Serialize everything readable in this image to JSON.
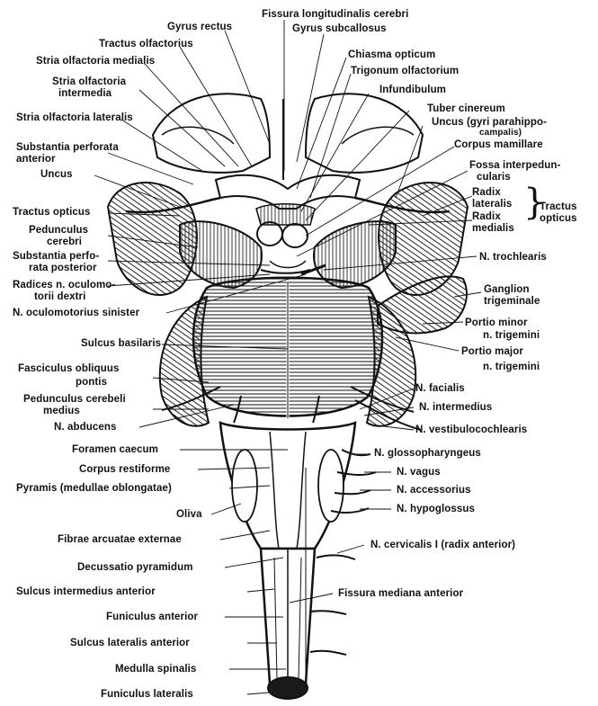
{
  "labels": {
    "fissura_longitudinalis": "Fissura longitudinalis cerebri",
    "gyrus_rectus": "Gyrus rectus",
    "gyrus_subcallosus": "Gyrus subcallosus",
    "tractus_olfactorius": "Tractus olfactorius",
    "chiasma_opticum": "Chiasma opticum",
    "stria_olfactoria_medialis": "Stria olfactoria medialis",
    "trigonum_olfactorium": "Trigonum olfactorium",
    "stria_olfactoria_intermedia_1": "Stria olfactoria",
    "stria_olfactoria_intermedia_2": "intermedia",
    "infundibulum": "Infundibulum",
    "stria_olfactoria_lateralis": "Stria olfactoria lateralis",
    "tuber_cinereum": "Tuber cinereum",
    "uncus_gyri_1": "Uncus (gyri parahippo-",
    "uncus_gyri_2": "campalis)",
    "corpus_mamillare": "Corpus mamillare",
    "substantia_perforata_anterior_1": "Substantia perforata",
    "substantia_perforata_anterior_2": "anterior",
    "uncus": "Uncus",
    "fossa_interpeduncularis_1": "Fossa interpedun-",
    "fossa_interpeduncularis_2": "cularis",
    "radix_lateralis_1": "Radix",
    "radix_lateralis_2": "lateralis",
    "radix_medialis_1": "Radix",
    "radix_medialis_2": "medialis",
    "tractus_opticus_right_1": "Tractus",
    "tractus_opticus_right_2": "opticus",
    "tractus_opticus": "Tractus opticus",
    "pedunculus_cerebri_1": "Pedunculus",
    "pedunculus_cerebri_2": "cerebri",
    "substantia_perforata_posterior_1": "Substantia perfo-",
    "substantia_perforata_posterior_2": "rata posterior",
    "n_trochlearis": "N. trochlearis",
    "radices_oculomotorii_1": "Radices n. oculomo-",
    "radices_oculomotorii_2": "torii dextri",
    "ganglion_trigeminale_1": "Ganglion",
    "ganglion_trigeminale_2": "trigeminale",
    "n_oculomotorius_sinister": "N. oculomotorius sinister",
    "portio_minor_1": "Portio minor",
    "portio_minor_2": "n. trigemini",
    "sulcus_basilaris": "Sulcus basilaris",
    "portio_major_1": "Portio major",
    "portio_major_2": "n. trigemini",
    "fasciculus_obliquus_1": "Fasciculus obliquus",
    "fasciculus_obliquus_2": "pontis",
    "n_facialis": "N. facialis",
    "pedunculus_cerebelli_1": "Pedunculus cerebeli",
    "pedunculus_cerebelli_2": "medius",
    "n_intermedius": "N. intermedius",
    "n_abducens": "N. abducens",
    "n_vestibulocochlearis": "N. vestibulocochlearis",
    "foramen_caecum": "Foramen caecum",
    "n_glossopharyngeus": "N. glossopharyngeus",
    "corpus_restiforme": "Corpus restiforme",
    "n_vagus": "N. vagus",
    "pyramis": "Pyramis (medullae oblongatae)",
    "n_accessorius": "N. accessorius",
    "n_hypoglossus": "N. hypoglossus",
    "oliva": "Oliva",
    "fibrae_arcuatae": "Fibrae arcuatae externae",
    "n_cervicalis": "N. cervicalis I (radix anterior)",
    "decussatio_pyramidum": "Decussatio pyramidum",
    "sulcus_intermedius_anterior": "Sulcus intermedius anterior",
    "fissura_mediana_anterior": "Fissura mediana anterior",
    "funiculus_anterior": "Funiculus anterior",
    "sulcus_lateralis_anterior": "Sulcus lateralis anterior",
    "medulla_spinalis": "Medulla spinalis",
    "funiculus_lateralis": "Funiculus lateralis"
  },
  "colors": {
    "ink": "#111111",
    "paper": "#ffffff",
    "shade": "#2a2a2a"
  }
}
